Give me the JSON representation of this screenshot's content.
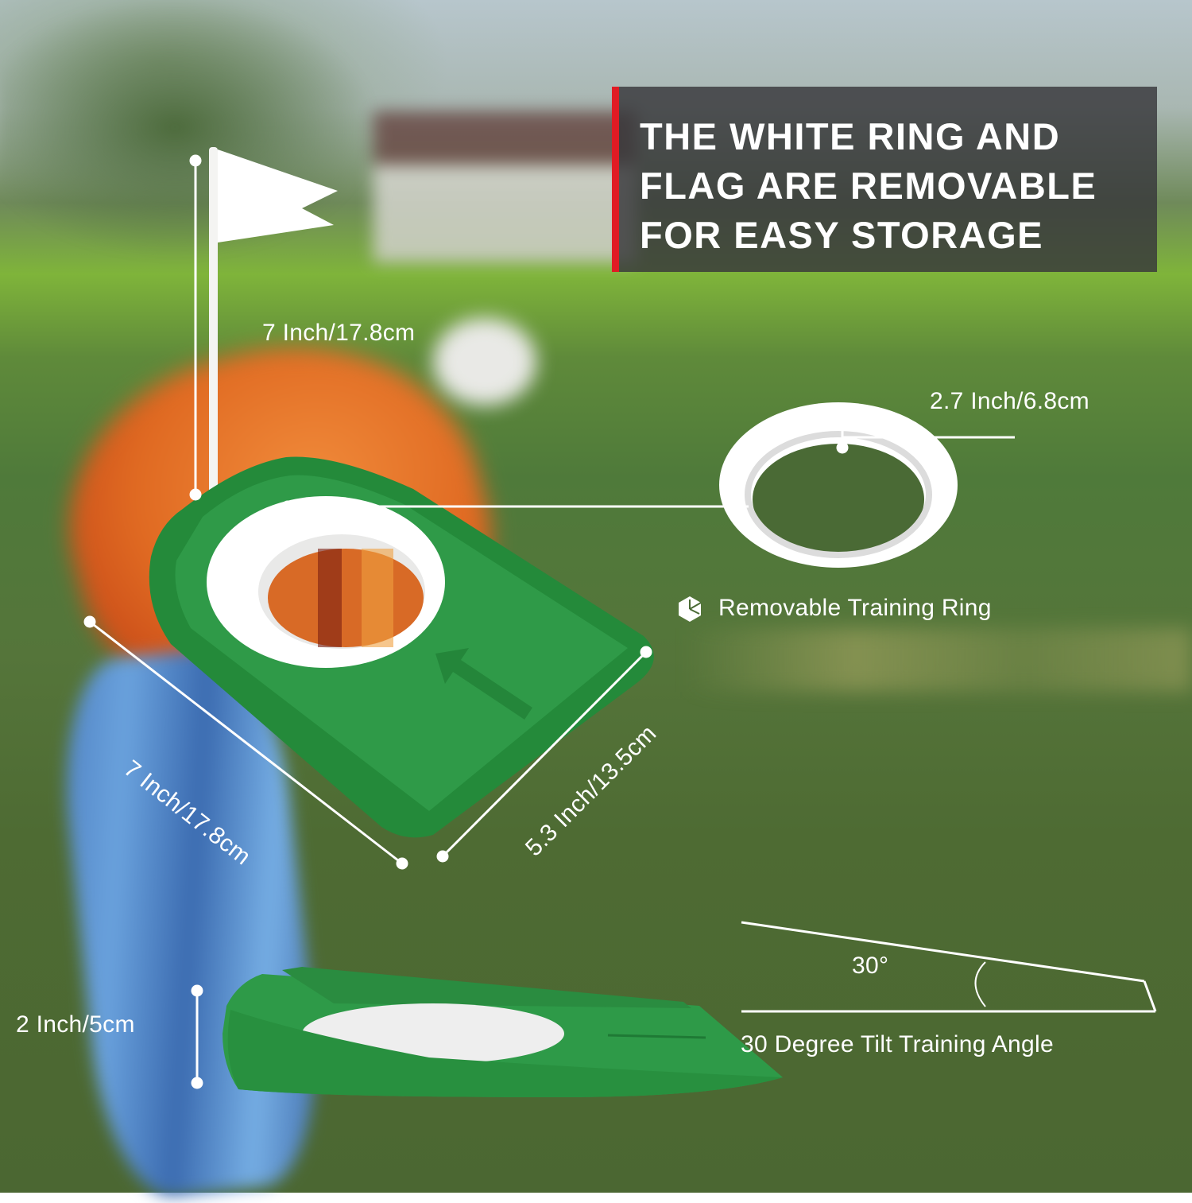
{
  "headline": {
    "lines": [
      "THE WHITE RING AND",
      "FLAG ARE REMOVABLE",
      "FOR EASY STORAGE"
    ],
    "accent_color": "#e01b24",
    "panel_color": "#37373a"
  },
  "dimensions": {
    "flag_height": "7 Inch/17.8cm",
    "ring_width": "2.7 Inch/6.8cm",
    "length": "7 Inch/17.8cm",
    "width": "5.3 Inch/13.5cm",
    "height": "2 Inch/5cm"
  },
  "features": {
    "ring_label": "Removable Training Ring",
    "ring_icon": "hexagon-box-icon",
    "angle_value": "30°",
    "angle_label": "30 Degree Tilt Training Angle"
  },
  "colors": {
    "cup_green": "#2e8a3e",
    "ring_white": "#ffffff"
  }
}
